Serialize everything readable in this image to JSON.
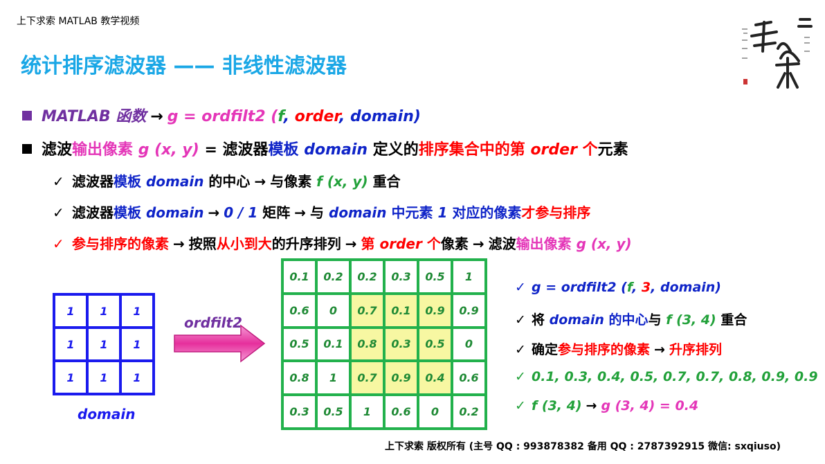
{
  "header": {
    "top_line": "上下求索 MATLAB 教学视频",
    "title": "统计排序滤波器 —— 非线性滤波器"
  },
  "bullets": {
    "b1": {
      "p1": "MATLAB 函数",
      "p2": "g = ordfilt2 (",
      "p3": "f",
      "p4": ", ",
      "p5": "order",
      "p6": ", domain)"
    },
    "b2": {
      "p1": "滤波",
      "p2": "输出像素",
      "p3": "g (x, y)",
      "p4": " = 滤波器",
      "p5": "模板",
      "p6": "domain",
      "p7": " 定义的",
      "p8": "排序集合中的第",
      "p9": "order",
      "p10": " 个",
      "p11": "元素"
    }
  },
  "checks": {
    "c1": {
      "p1": "滤波器",
      "p2": "模板",
      "p3": "domain",
      "p4": " 的中心",
      "p5": "与像素 ",
      "p6": "f (x, y)",
      "p7": " 重合"
    },
    "c2": {
      "p1": "滤波器",
      "p2": "模板",
      "p3": "domain",
      "p4": "0 / 1",
      "p5": " 矩阵",
      "p6": "与 ",
      "p7": "domain",
      "p8": " 中元素 ",
      "p9": "1",
      "p10": " 对应的像素",
      "p11": "才参与排序"
    },
    "c3": {
      "p1": "参与排序的像素",
      "p2": "按照",
      "p3": "从小到大",
      "p4": "的升序排列",
      "p5": "第 ",
      "p6": "order",
      "p7": " 个",
      "p8": "像素",
      "p9": "滤波",
      "p10": "输出像素 ",
      "p11": "g (x, y)"
    }
  },
  "domain_grid": {
    "label": "domain",
    "cells": [
      "1",
      "1",
      "1",
      "1",
      "1",
      "1",
      "1",
      "1",
      "1"
    ]
  },
  "arrow_label": "ordfilt2",
  "f_grid": {
    "cells": [
      "0.1",
      "0.2",
      "0.2",
      "0.3",
      "0.5",
      "1",
      "0.6",
      "0",
      "0.7",
      "0.1",
      "0.9",
      "0.9",
      "0.5",
      "0.1",
      "0.8",
      "0.3",
      "0.5",
      "0",
      "0.8",
      "1",
      "0.7",
      "0.9",
      "0.4",
      "0.6",
      "0.3",
      "0.5",
      "1",
      "0.6",
      "0",
      "0.2"
    ],
    "highlight_color": "#f7f7a2"
  },
  "right": {
    "r1": {
      "p1": "g = ordfilt2 (",
      "p2": "f",
      "p3": ", ",
      "p4": "3",
      "p5": ", domain)"
    },
    "r2": {
      "p1": "将 ",
      "p2": "domain",
      "p3": " 的中心",
      "p4": "与 ",
      "p5": "f (3, 4)",
      "p6": " 重合"
    },
    "r3": {
      "p1": "确定",
      "p2": "参与排序的像素",
      "p3": "升序排列"
    },
    "r4": {
      "p1": "0.1, 0.3, 0.4, 0.5, 0.7, 0.7, 0.8, 0.9, 0.9"
    },
    "r5": {
      "p1": "f (3, 4)",
      "p2": "g (3, 4) = 0.4"
    }
  },
  "footer": "上下求索  版权所有 (主号 QQ : 993878382   备用 QQ : 2787392915   微信: sxqiuso)",
  "colors": {
    "title": "#1aa7e6",
    "purple": "#7030a0",
    "magenta": "#e436b8",
    "green": "#22a13a",
    "red": "#ff0000",
    "blue": "#0f24c8"
  }
}
